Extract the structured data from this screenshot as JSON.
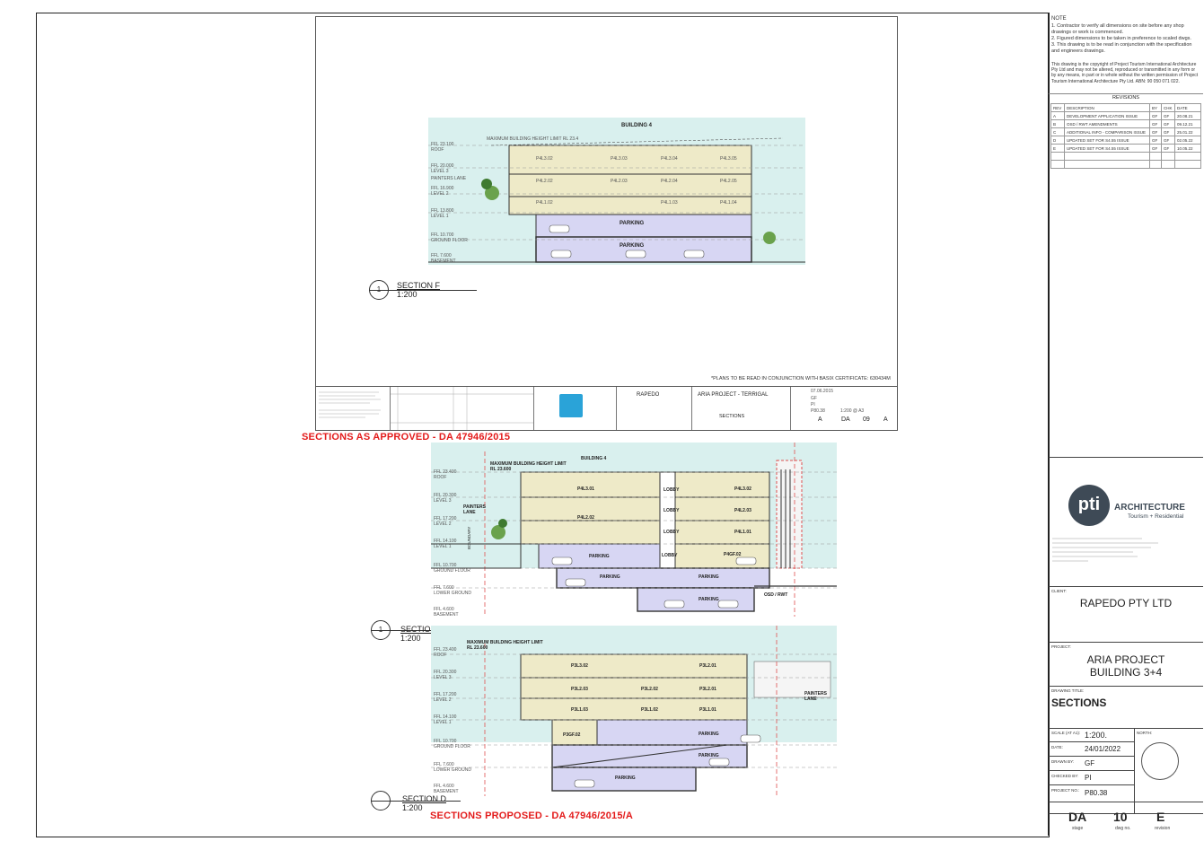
{
  "old_sheet": {
    "section": {
      "number": "1",
      "name": "SECTION F",
      "scale": "1:200"
    },
    "building_label": "BUILDING 4",
    "height_limit_label": "MAXIMUM BUILDING HEIGHT LIMIT RL 23.4",
    "levels": [
      {
        "rl": "FFL 23.100",
        "name": "ROOF"
      },
      {
        "rl": "FFL 20.000",
        "name": "LEVEL 3"
      },
      {
        "rl": "",
        "name": "PAINTERS LANE"
      },
      {
        "rl": "FFL 16.900",
        "name": "LEVEL 2"
      },
      {
        "rl": "FFL 13.800",
        "name": "LEVEL 1"
      },
      {
        "rl": "FFL 10.700",
        "name": "GROUND FLOOR"
      },
      {
        "rl": "FFL 7.600",
        "name": "BASEMENT"
      }
    ],
    "units": [
      "P4L3.02",
      "P4L3.03",
      "P4L3.04",
      "P4L3.05",
      "P4L2.02",
      "P4L2.03",
      "P4L2.04",
      "P4L2.05",
      "P4L1.02",
      "P4L1.03",
      "P4L1.04"
    ],
    "parking": [
      "PARKING",
      "PARKING"
    ],
    "basix_note": "*PLANS TO BE READ IN CONJUNCTION WITH BASIX CERTIFICATE: 630434M",
    "title_block": {
      "client": "RAPEDO",
      "project": "ARIA PROJECT - TERRIGAL",
      "drawing_title": "SECTIONS",
      "stage": "A",
      "type": "DA",
      "dwg_no": "09",
      "revision": "A",
      "date": "07.06.2015",
      "drawn": "GF",
      "checked": "PI",
      "project_no": "P80.38",
      "scale": "1:200 @ A3"
    }
  },
  "caption_approved": "SECTIONS AS APPROVED - DA 47946/2015",
  "section_c": {
    "number": "1",
    "name": "SECTION C",
    "scale": "1:200",
    "building_label": "BUILDING 4",
    "height_limit_label": "MAXIMUM BUILDING HEIGHT LIMIT RL 23.600",
    "boundary": "BOUNDARY",
    "levels": [
      {
        "rl": "FFL 23.400",
        "name": "ROOF"
      },
      {
        "rl": "FFL 20.300",
        "name": "LEVEL 3"
      },
      {
        "rl": "FFL 17.200",
        "name": "LEVEL 2"
      },
      {
        "rl": "FFL 14.100",
        "name": "LEVEL 1"
      },
      {
        "rl": "FFL 10.700",
        "name": "GROUND FLOOR"
      },
      {
        "rl": "FFL 7.600",
        "name": "LOWER GROUND"
      },
      {
        "rl": "FFL 4.600",
        "name": "BASEMENT"
      }
    ],
    "lane": "PAINTERS LANE",
    "units": [
      "P4L3.01",
      "P4L3.02",
      "P4L2.02",
      "P4L2.03",
      "P4L1.01",
      "P4GF.02"
    ],
    "lobby": [
      "LOBBY",
      "LOBBY",
      "LOBBY",
      "LOBBY"
    ],
    "parking": [
      "PARKING",
      "PARKING",
      "PARKING",
      "PARKING"
    ],
    "osd": "OSD / RWT"
  },
  "section_d": {
    "number": "",
    "name": "SECTION D",
    "scale": "1:200",
    "height_limit_label": "MAXIMUM BUILDING HEIGHT LIMIT RL 23.600",
    "levels": [
      {
        "rl": "FFL 23.400",
        "name": "ROOF"
      },
      {
        "rl": "FFL 20.300",
        "name": "LEVEL 3"
      },
      {
        "rl": "FFL 17.200",
        "name": "LEVEL 2"
      },
      {
        "rl": "FFL 14.100",
        "name": "LEVEL 1"
      },
      {
        "rl": "FFL 10.700",
        "name": "GROUND FLOOR"
      },
      {
        "rl": "FFL 7.600",
        "name": "LOWER GROUND"
      },
      {
        "rl": "FFL 4.600",
        "name": "BASEMENT"
      }
    ],
    "lane": "PAINTERS LANE",
    "units": [
      "P3L3.02",
      "P3L2.01",
      "P3L2.03",
      "P3L2.02",
      "P3L2.01",
      "P3L1.03",
      "P3L1.02",
      "P3L1.01",
      "P3GF.02"
    ],
    "parking": [
      "PARKING",
      "PARKING",
      "PARKING"
    ]
  },
  "caption_proposed": "SECTIONS PROPOSED - DA 47946/2015/A",
  "title_block": {
    "note_heading": "NOTE",
    "notes": [
      "1. Contractor to verify all dimensions on site before any shop drawings or work is commenced.",
      "2. Figured dimensions to be taken in preference to scaled dwgs.",
      "3. This drawing is to be read in conjunction with the specification and engineers drawings."
    ],
    "copyright": "This drawing is the copyright of Project Tourism International Architecture Pty Ltd and may not be altered, reproduced or transmitted in any form or by any means, in part or in whole without the written permission of Project Tourism International Architecture Pty Ltd. ABN: 90 050 071 022.",
    "revisions_heading": "REVISIONS",
    "rev_headers": [
      "REV",
      "DESCRIPTION",
      "BY",
      "CHK",
      "DATE"
    ],
    "revisions": [
      [
        "A",
        "DEVELOPMENT APPLICATION ISSUE",
        "GF",
        "GF",
        "20.08.21"
      ],
      [
        "B",
        "OSD / RWT AMENDMENTS",
        "GF",
        "GF",
        "09.12.21"
      ],
      [
        "C",
        "ADDITIONAL INFO - COMPARISON ISSUE",
        "GF",
        "GF",
        "25.01.22"
      ],
      [
        "D",
        "UPDATED SET FOR S4.55 ISSUE",
        "GF",
        "GF",
        "02.05.22"
      ],
      [
        "E",
        "UPDATED SET FOR S4.55 ISSUE",
        "GF",
        "GF",
        "10.05.22"
      ]
    ],
    "logo_mark": "pti",
    "logo_title": "ARCHITECTURE",
    "logo_subtitle": "Tourism + Residential",
    "client_label": "CLIENT:",
    "client": "RAPEDO PTY LTD",
    "project_label": "PROJECT:",
    "project_line1": "ARIA PROJECT",
    "project_line2": "BUILDING 3+4",
    "drawing_title_label": "DRAWING TITLE:",
    "drawing_title": "SECTIONS",
    "scale_label": "SCALE (AT A1):",
    "scale": "1:200.",
    "north_label": "NORTH:",
    "date_label": "DATE:",
    "date": "24/01/2022",
    "drawn_label": "DRAWN BY:",
    "drawn": "GF",
    "checked_label": "CHECKED BY:",
    "checked": "PI",
    "project_no_label": "PROJECT No.:",
    "project_no": "P80.38",
    "stage": "DA",
    "dwg_no": "10",
    "revision": "E",
    "stage_label": "stage",
    "dwg_label": "dwg no.",
    "rev_label": "revision"
  },
  "colors": {
    "sky": "#d9f0ee",
    "units": "#eeeac8",
    "parking": "#d7d6f3",
    "caption_red": "#e31b1b",
    "logo": "#3e4a56"
  }
}
